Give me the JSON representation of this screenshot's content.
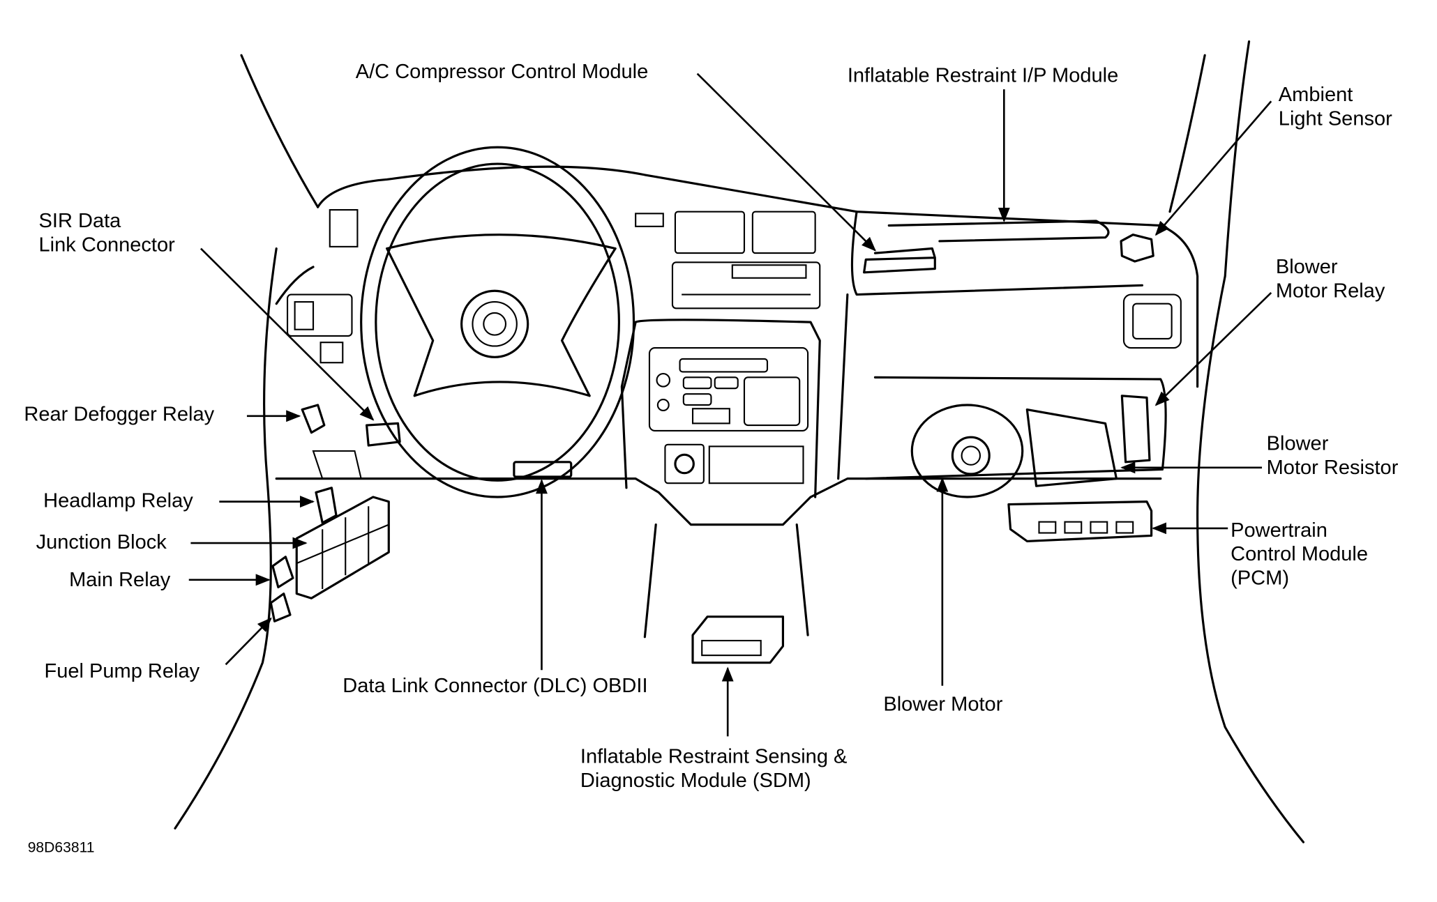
{
  "diagram": {
    "figure_id": "98D63811",
    "labels": {
      "ac_module": "A/C Compressor Control Module",
      "ir_ip_module": "Inflatable Restraint I/P Module",
      "ambient_1": "Ambient",
      "ambient_2": "Light Sensor",
      "sir_1": "SIR Data",
      "sir_2": "Link Connector",
      "blower_relay_1": "Blower",
      "blower_relay_2": "Motor Relay",
      "rear_defogger": "Rear Defogger Relay",
      "blower_resistor_1": "Blower",
      "blower_resistor_2": "Motor Resistor",
      "headlamp": "Headlamp Relay",
      "junction": "Junction Block",
      "main_relay": "Main Relay",
      "pcm_1": "Powertrain",
      "pcm_2": "Control Module",
      "pcm_3": "(PCM)",
      "fuel_pump": "Fuel Pump Relay",
      "dlc": "Data Link Connector (DLC) OBDII",
      "blower_motor": "Blower Motor",
      "sdm_1": "Inflatable Restraint Sensing &",
      "sdm_2": "Diagnostic Module (SDM)"
    }
  }
}
